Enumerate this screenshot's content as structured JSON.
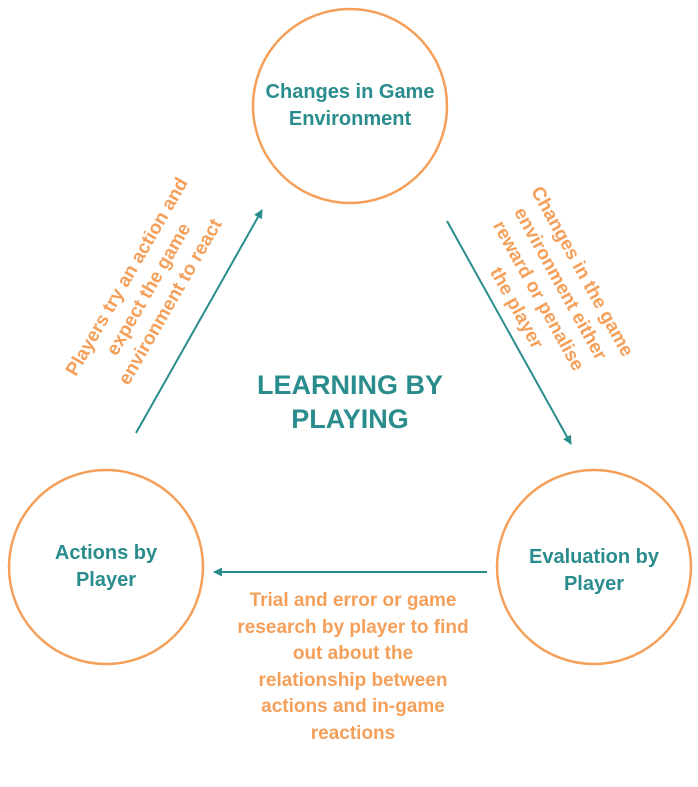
{
  "title": "LEARNING BY\nPLAYING",
  "nodes": {
    "top": "Changes in Game\nEnvironment",
    "left": "Actions by\nPlayer",
    "right": "Evaluation by\nPlayer"
  },
  "edges": {
    "left_to_top": "Players try an action and\nexpect the game\nenvironment to react",
    "top_to_right": "Changes in the game\nenvironment either\nreward or penalise\nthe player",
    "right_to_left": "Trial and error or game\nresearch by player to find\nout about the\nrelationship between\nactions and in-game\nreactions"
  },
  "colors": {
    "circle_stroke": "#f5a05a",
    "arrow": "#2a8c8c",
    "node_text": "#2a8c8c",
    "edge_text": "#f5a05a"
  }
}
